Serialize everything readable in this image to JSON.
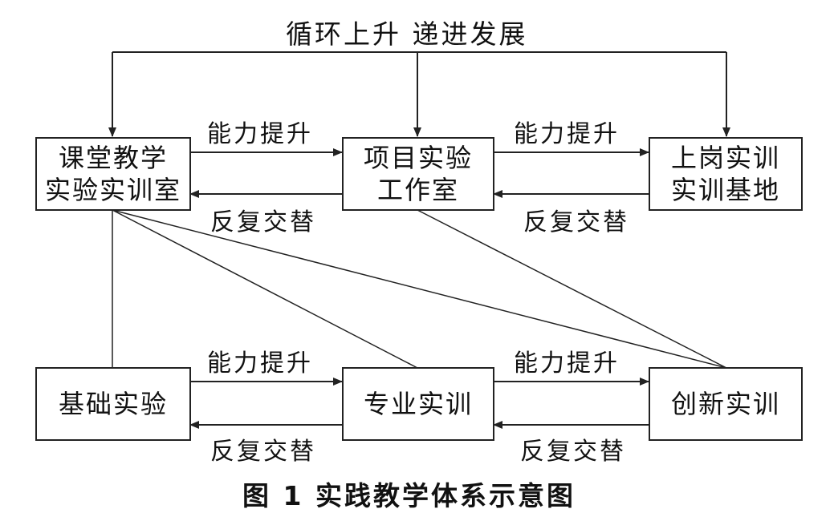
{
  "title": "循环上升  递进发展",
  "caption": "图 1    实践教学体系示意图",
  "nodes": {
    "classroom": {
      "line1": "课堂教学",
      "line2": "实验实训室"
    },
    "project": {
      "line1": "项目实验",
      "line2": "工作室"
    },
    "onjob": {
      "line1": "上岗实训",
      "line2": "实训基地"
    },
    "basic": {
      "label": "基础实验"
    },
    "major": {
      "label": "专业实训"
    },
    "innovate": {
      "label": "创新实训"
    }
  },
  "edge_labels": {
    "forward": "能力提升",
    "backward": "反复交替"
  }
}
